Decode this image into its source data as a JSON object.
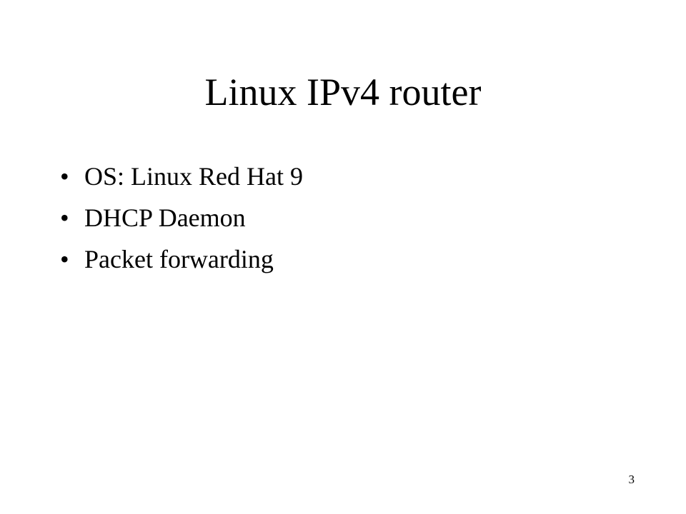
{
  "slide": {
    "title": "Linux IPv4 router",
    "bullets": [
      {
        "marker": "•",
        "text": "OS: Linux Red Hat 9"
      },
      {
        "marker": "•",
        "text": "DHCP Daemon"
      },
      {
        "marker": "•",
        "text": "Packet forwarding"
      }
    ],
    "page_number": "3"
  }
}
